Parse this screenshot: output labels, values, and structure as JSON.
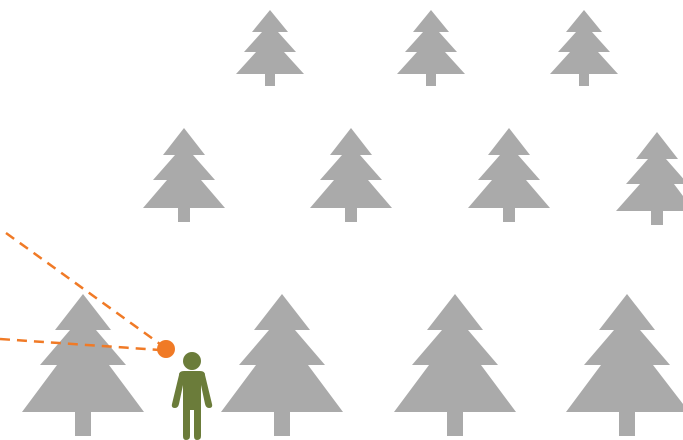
{
  "colors": {
    "background": "#ffffff",
    "tree": "#aaaaaa",
    "person": "#6b7c3a",
    "marker": "#f07a26",
    "dash_line": "#f07a26"
  },
  "icons": {
    "tree": "pine-tree-icon",
    "person": "person-icon",
    "marker": "location-dot-icon"
  },
  "trees": {
    "top_row_count": 3,
    "middle_row_count": 4,
    "bottom_row_count": 4
  }
}
